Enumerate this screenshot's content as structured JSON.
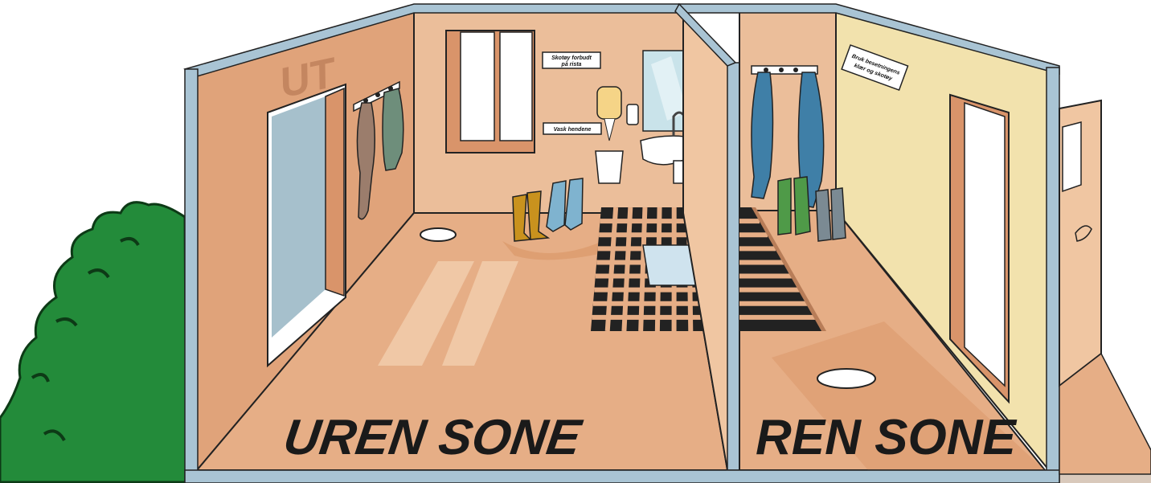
{
  "labels": {
    "ut": "UT",
    "uren_sone": "UREN SONE",
    "ren_sone": "REN SONE"
  },
  "signs": {
    "shoes_line1": "Skotøy forbudt",
    "shoes_line2": "på rista",
    "wash_hands": "Vask hendene",
    "clothing_line1": "Bruk besetningens",
    "clothing_line2": "klær og skotøy"
  },
  "colors": {
    "wall_left": "#e0a37a",
    "wall_back": "#ebbe9a",
    "floor": "#e6ae86",
    "wall_right": "#f2e2ad",
    "frame": "#a9c4d4",
    "bush": "#238b3a",
    "boot_yellow": "#c9921e",
    "boot_blue": "#7fb3cf",
    "boot_green": "#4f9a48",
    "boot_gray": "#7b8a93",
    "coat_blue": "#3f7fa7"
  }
}
